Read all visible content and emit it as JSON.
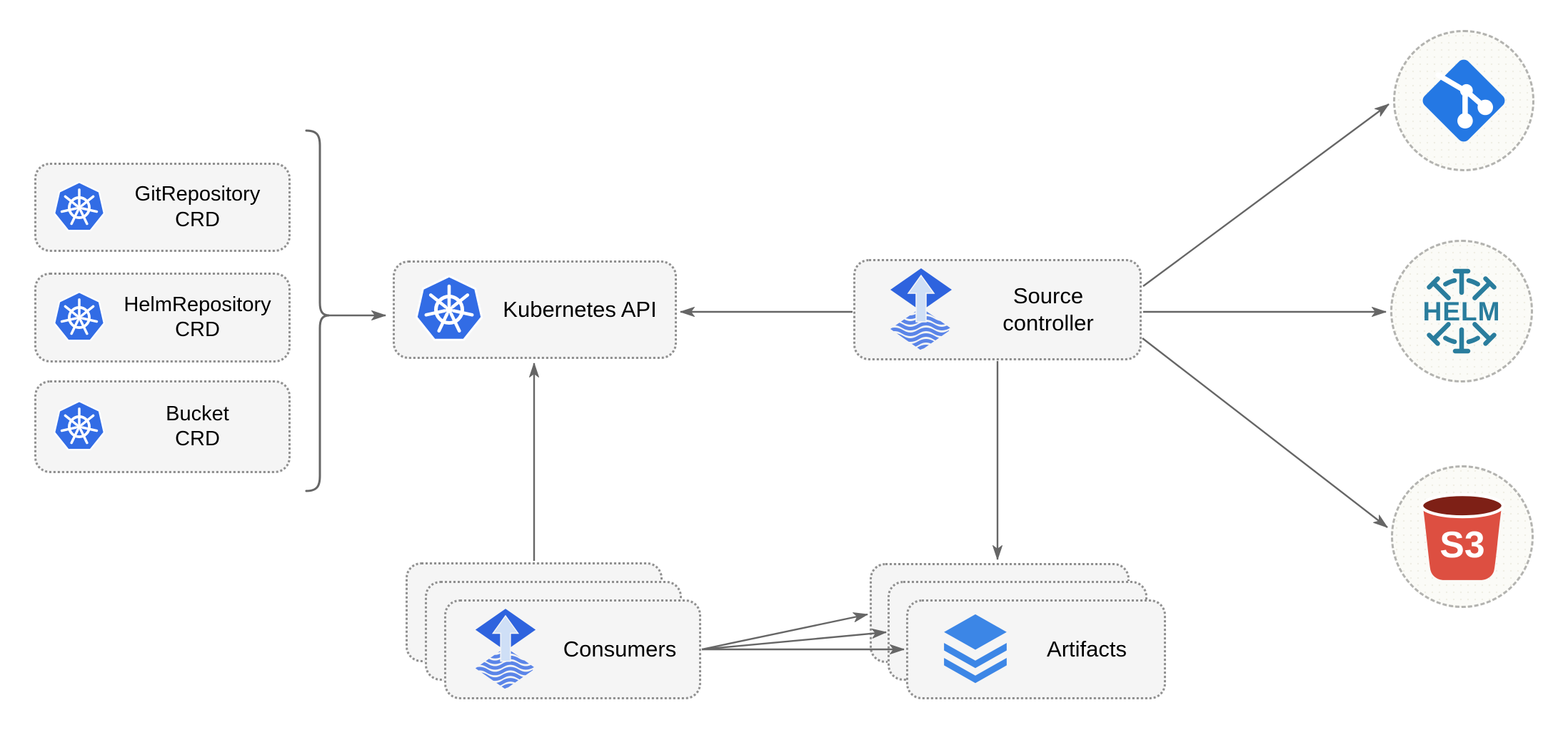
{
  "diagram": {
    "nodes": {
      "git_repository_crd": {
        "lines": [
          "GitRepository",
          "CRD"
        ],
        "icon": "kubernetes-icon"
      },
      "helm_repository_crd": {
        "lines": [
          "HelmRepository",
          "CRD"
        ],
        "icon": "kubernetes-icon"
      },
      "bucket_crd": {
        "lines": [
          "Bucket",
          "CRD"
        ],
        "icon": "kubernetes-icon"
      },
      "kubernetes_api": {
        "label": "Kubernetes API",
        "icon": "kubernetes-icon"
      },
      "source_controller": {
        "lines": [
          "Source",
          "controller"
        ],
        "icon": "flux-icon"
      },
      "consumers": {
        "label": "Consumers",
        "icon": "flux-icon",
        "stacked": 3
      },
      "artifacts": {
        "label": "Artifacts",
        "icon": "layers-icon",
        "stacked": 3
      },
      "git_source": {
        "icon": "git-icon"
      },
      "helm_source": {
        "icon": "helm-icon",
        "logo_text": "HELM"
      },
      "s3_source": {
        "icon": "s3-bucket-icon",
        "logo_text": "S3"
      }
    },
    "edges": [
      {
        "from": "crd-group-bracket",
        "to": "kubernetes_api"
      },
      {
        "from": "source_controller",
        "to": "kubernetes_api"
      },
      {
        "from": "consumers",
        "to": "kubernetes_api"
      },
      {
        "from": "source_controller",
        "to": "artifacts"
      },
      {
        "from": "consumers",
        "to": "artifacts",
        "count": 3
      },
      {
        "from": "source_controller",
        "to": "git_source"
      },
      {
        "from": "source_controller",
        "to": "helm_source"
      },
      {
        "from": "source_controller",
        "to": "s3_source"
      }
    ],
    "colors": {
      "kubernetes_blue": "#326ce5",
      "flux_blue": "#2e63de",
      "flux_stripe_blue": "#5b85e8",
      "flux_arrow_light": "#cfdff6",
      "layers_blue": "#3c86e6",
      "git_blue": "#2478e4",
      "helm_teal": "#2a7d9d",
      "s3_red": "#dd4f41",
      "s3_dark_red": "#7e2016",
      "node_fill": "#f5f5f5",
      "node_border": "#8f8f8f",
      "circle_border": "#b3b3b0",
      "arrow_gray": "#666666"
    }
  }
}
